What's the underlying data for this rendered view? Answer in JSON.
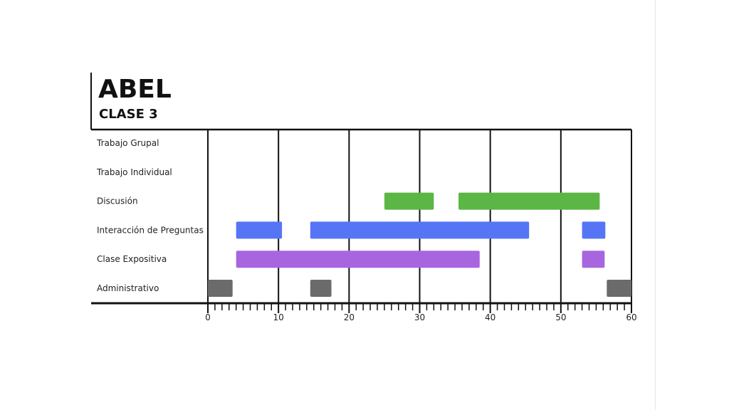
{
  "chart_data": {
    "type": "bar",
    "orientation": "horizontal-range",
    "title": "ABEL",
    "subtitle": "CLASE 3",
    "xlim": [
      0,
      60
    ],
    "major_ticks": [
      0,
      10,
      20,
      30,
      40,
      50,
      60
    ],
    "minor_tick_step": 1,
    "grid": "vertical major lines",
    "categories": [
      "Trabajo Grupal",
      "Trabajo Individual",
      "Discusión",
      "Interacción de Preguntas",
      "Clase Expositiva",
      "Administrativo"
    ],
    "colors": {
      "Trabajo Grupal": "#f2a93b",
      "Trabajo Individual": "#e05d5d",
      "Discusión": "#5bb645",
      "Interacción de Preguntas": "#5675f5",
      "Clase Expositiva": "#a766e0",
      "Administrativo": "#6b6b6b"
    },
    "segments": [
      {
        "category": "Discusión",
        "start": 25,
        "end": 32
      },
      {
        "category": "Discusión",
        "start": 35.5,
        "end": 55.5
      },
      {
        "category": "Interacción de Preguntas",
        "start": 4,
        "end": 10.5
      },
      {
        "category": "Interacción de Preguntas",
        "start": 14.5,
        "end": 45.5
      },
      {
        "category": "Interacción de Preguntas",
        "start": 53,
        "end": 56.3
      },
      {
        "category": "Clase Expositiva",
        "start": 4,
        "end": 38.5
      },
      {
        "category": "Clase Expositiva",
        "start": 53,
        "end": 56.2
      },
      {
        "category": "Administrativo",
        "start": 0,
        "end": 3.5
      },
      {
        "category": "Administrativo",
        "start": 14.5,
        "end": 17.5
      },
      {
        "category": "Administrativo",
        "start": 56.5,
        "end": 60
      }
    ]
  }
}
